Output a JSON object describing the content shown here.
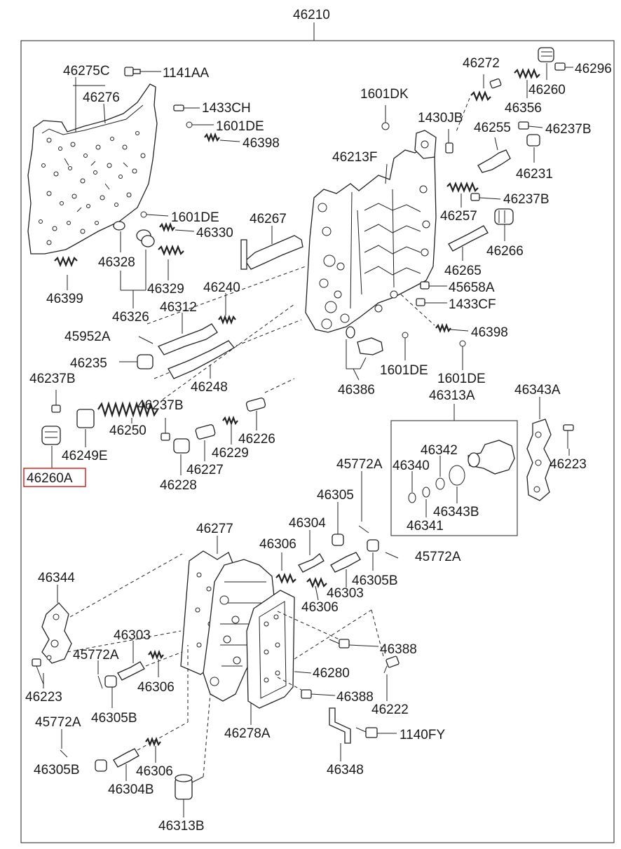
{
  "diagram": {
    "title_number": "46210",
    "highlighted_part": "46260A",
    "highlight_color": "#e03030",
    "labels": {
      "l_46210": "46210",
      "l_46275C": "46275C",
      "l_46276": "46276",
      "l_1141AA": "1141AA",
      "l_1433CH": "1433CH",
      "l_1601DE_a": "1601DE",
      "l_46398_a": "46398",
      "l_1601DE_b": "1601DE",
      "l_46330": "46330",
      "l_46328": "46328",
      "l_46329": "46329",
      "l_46399": "46399",
      "l_46326": "46326",
      "l_46272": "46272",
      "l_46296": "46296",
      "l_46260": "46260",
      "l_46356": "46356",
      "l_1601DK": "1601DK",
      "l_1430JB": "1430JB",
      "l_46255": "46255",
      "l_46237B_a": "46237B",
      "l_46231": "46231",
      "l_46213F": "46213F",
      "l_46237B_b": "46237B",
      "l_46257": "46257",
      "l_46266": "46266",
      "l_46267": "46267",
      "l_46265": "46265",
      "l_45658A": "45658A",
      "l_1433CF": "1433CF",
      "l_46398_b": "46398",
      "l_46240": "46240",
      "l_46312": "46312",
      "l_45952A": "45952A",
      "l_46235": "46235",
      "l_46248": "46248",
      "l_1601DE_c": "1601DE",
      "l_1601DE_d": "1601DE",
      "l_46386": "46386",
      "l_46237B_c": "46237B",
      "l_46237B_d": "46237B",
      "l_46250": "46250",
      "l_46249E": "46249E",
      "l_46260A": "46260A",
      "l_46226": "46226",
      "l_46229": "46229",
      "l_46227": "46227",
      "l_46228": "46228",
      "l_46313A": "46313A",
      "l_46343A": "46343A",
      "l_46342": "46342",
      "l_46340": "46340",
      "l_46223_a": "46223",
      "l_46343B": "46343B",
      "l_46341": "46341",
      "l_45772A_a": "45772A",
      "l_46305": "46305",
      "l_46304": "46304",
      "l_46277": "46277",
      "l_46306_a": "46306",
      "l_45772A_b": "45772A",
      "l_46305B_a": "46305B",
      "l_46303_a": "46303",
      "l_46306_b": "46306",
      "l_46344": "46344",
      "l_46388_a": "46388",
      "l_46303_b": "46303",
      "l_45772A_c": "45772A",
      "l_46280": "46280",
      "l_46306_c": "46306",
      "l_46223_b": "46223",
      "l_46305B_b": "46305B",
      "l_46388_b": "46388",
      "l_46222": "46222",
      "l_45772A_d": "45772A",
      "l_46278A": "46278A",
      "l_1140FY": "1140FY",
      "l_46305B_c": "46305B",
      "l_46306_d": "46306",
      "l_46348": "46348",
      "l_46304B": "46304B",
      "l_46313B": "46313B"
    }
  }
}
